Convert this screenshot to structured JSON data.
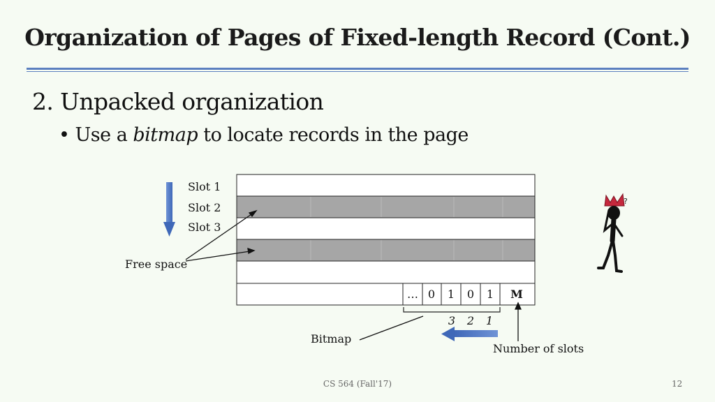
{
  "slide": {
    "title": "Organization of Pages of Fixed-length Record (Cont.)",
    "heading": "2. Unpacked organization",
    "bullet": {
      "marker": "•",
      "pre": "Use a ",
      "em": "bitmap",
      "post": " to locate records in the page"
    },
    "footer_center": "CS 564 (Fall'17)",
    "page_number": "12"
  },
  "diagram": {
    "slot_labels": [
      "Slot 1",
      "Slot 2",
      "Slot 3"
    ],
    "free_space_label": "Free space",
    "bitmap_cells": [
      "…",
      "0",
      "1",
      "0",
      "1"
    ],
    "num_slots_cell": "M",
    "slot_numbers": [
      "3",
      "2",
      "1"
    ],
    "bitmap_label": "Bitmap",
    "number_of_slots_label": "Number of slots",
    "colors": {
      "filled_row": "#a6a6a6",
      "arrow_blue": "#4472c4",
      "accent_red": "#c5283d"
    }
  }
}
